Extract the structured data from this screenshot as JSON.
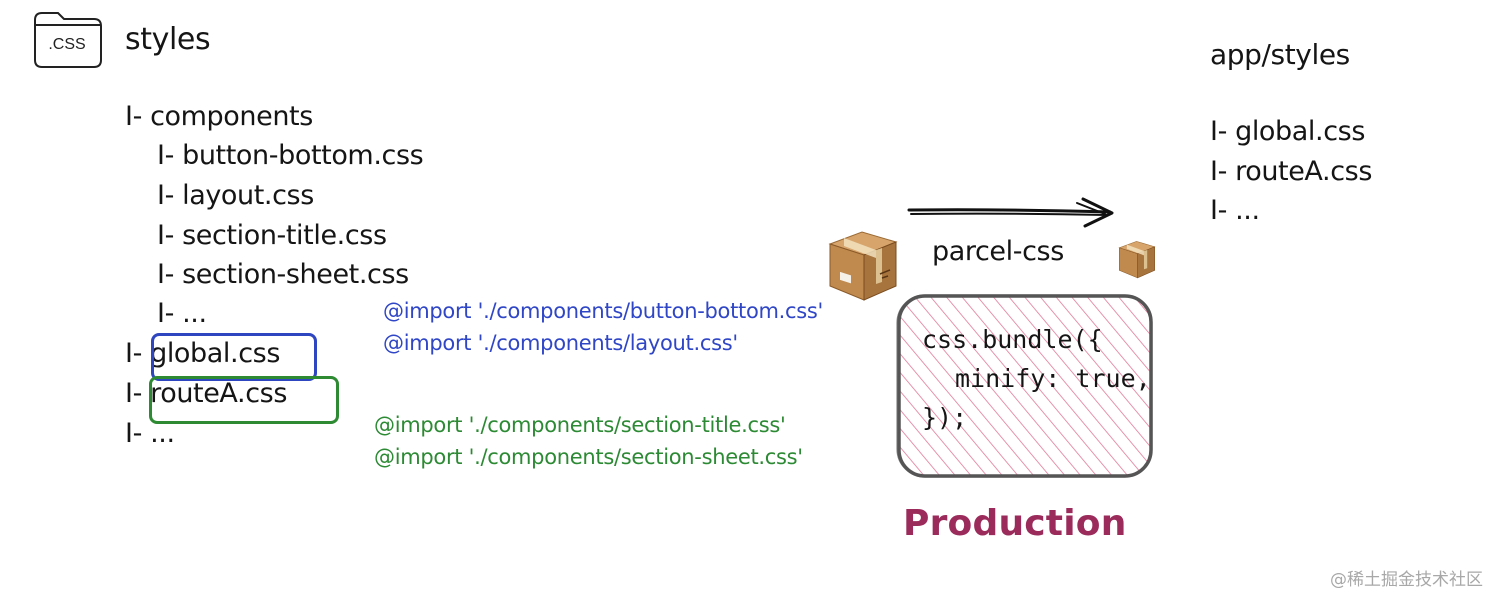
{
  "folder": {
    "label": ".CSS",
    "title": "styles",
    "icon": "folder-icon"
  },
  "tree": {
    "lines": [
      "I- components",
      "I- button-bottom.css",
      "I- layout.css",
      "I- section-title.css",
      "I- section-sheet.css",
      "I- ...",
      "I- global.css",
      "I- routeA.css",
      "I- ..."
    ]
  },
  "imports": {
    "blue": [
      "@import './components/button-bottom.css'",
      "@import './components/layout.css'"
    ],
    "green": [
      "@import './components/section-title.css'",
      "@import './components/section-sheet.css'"
    ]
  },
  "tool": {
    "label": "parcel-css",
    "code": [
      "css.bundle({",
      "minify: true,",
      "});"
    ],
    "stage": "Production"
  },
  "output": {
    "title": "app/styles",
    "lines": [
      "I- global.css",
      "I- routeA.css",
      "I- ..."
    ]
  },
  "watermark": "@稀土掘金技术社区",
  "colors": {
    "blue": "#2f46c6",
    "green": "#2d8a34",
    "production": "#9b2b5b",
    "hatch": "#e07a9a"
  }
}
